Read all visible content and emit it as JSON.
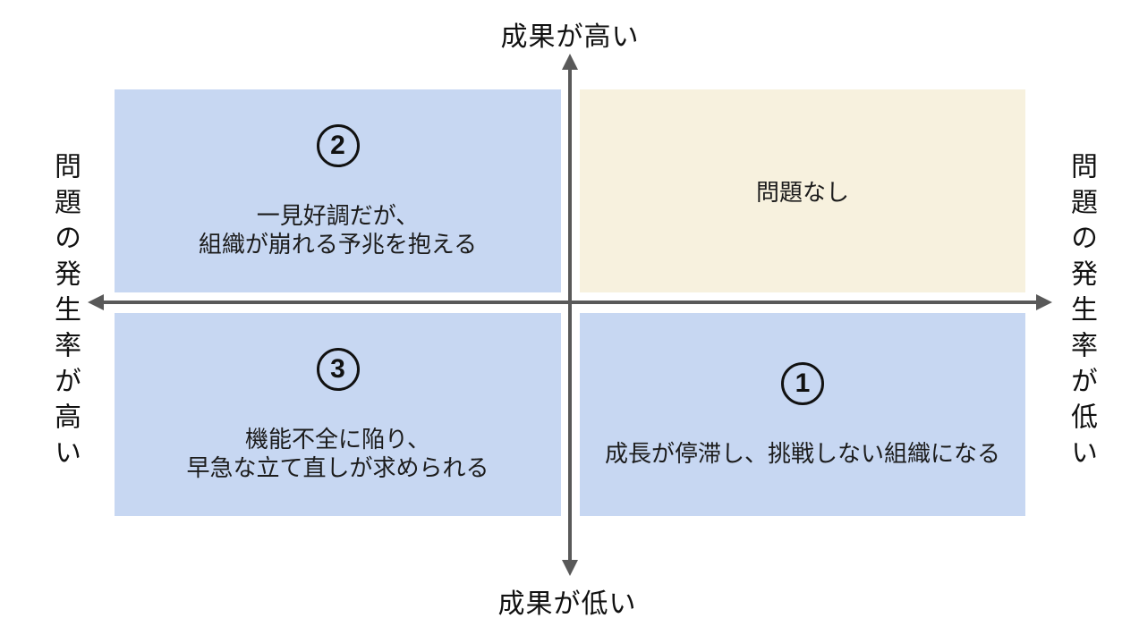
{
  "canvas": {
    "background": "#ffffff"
  },
  "colors": {
    "quadrant_blue": "#c7d7f2",
    "quadrant_cream": "#f7f1de",
    "axis_gray": "#595959",
    "text": "#1c1c1c"
  },
  "axis_labels": {
    "top": "成果が高い",
    "bottom": "成果が低い",
    "left": "問題の発生率が高い",
    "right": "問題の発生率が低い"
  },
  "quadrants": {
    "top_left": {
      "number": "2",
      "fill": "#c7d7f2",
      "lines": [
        "一見好調だが、",
        "組織が崩れる予兆を抱える"
      ]
    },
    "top_right": {
      "fill": "#f7f1de",
      "label": "問題なし"
    },
    "bottom_left": {
      "number": "3",
      "fill": "#c7d7f2",
      "lines": [
        "機能不全に陥り、",
        "早急な立て直しが求められる"
      ]
    },
    "bottom_right": {
      "number": "1",
      "fill": "#c7d7f2",
      "lines": [
        "成長が停滞し、挑戦しない組織になる"
      ]
    }
  }
}
